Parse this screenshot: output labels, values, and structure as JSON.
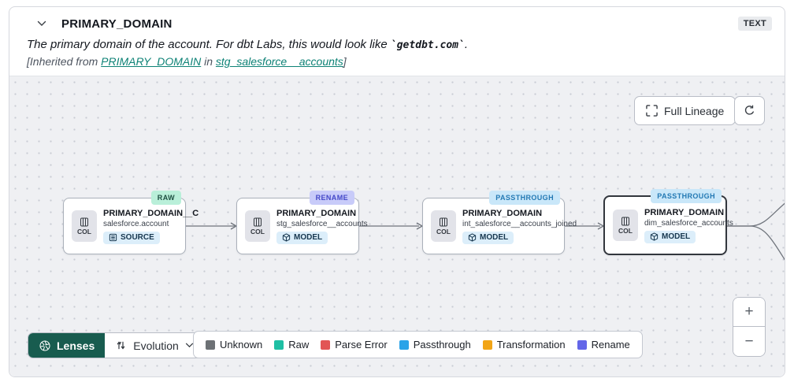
{
  "header": {
    "title": "PRIMARY_DOMAIN",
    "type_badge": "TEXT",
    "description": {
      "prefix": "The primary domain of the account. For dbt Labs, this would look like ",
      "code": "`getdbt.com`",
      "suffix": "."
    },
    "inherited": {
      "prefix": "[Inherited from ",
      "column_link": "PRIMARY_DOMAIN",
      "middle": " in ",
      "model_link": "stg_salesforce__accounts",
      "suffix": "]",
      "link_color": "#0e8276"
    }
  },
  "canvas": {
    "full_lineage_label": "Full Lineage",
    "zoom_in_label": "+",
    "zoom_out_label": "−",
    "nodes": [
      {
        "title": "PRIMARY_DOMAIN__C",
        "subtitle": "salesforce.account",
        "type_label": "SOURCE",
        "col_label": "COL",
        "tag": "RAW",
        "tag_bg": "#b9efd9",
        "tag_text": "#1d4f41"
      },
      {
        "title": "PRIMARY_DOMAIN",
        "subtitle": "stg_salesforce__accounts",
        "type_label": "MODEL",
        "col_label": "COL",
        "tag": "RENAME",
        "tag_bg": "#c8cbf9",
        "tag_text": "#4347c8"
      },
      {
        "title": "PRIMARY_DOMAIN",
        "subtitle": "int_salesforce__accounts_joined",
        "type_label": "MODEL",
        "col_label": "COL",
        "tag": "PASSTHROUGH",
        "tag_bg": "#c9e7f9",
        "tag_text": "#2379b4"
      },
      {
        "title": "PRIMARY_DOMAIN",
        "subtitle": "dim_salesforce_accounts",
        "type_label": "MODEL",
        "col_label": "COL",
        "tag": "PASSTHROUGH",
        "tag_bg": "#c9e7f9",
        "tag_text": "#2379b4"
      }
    ]
  },
  "toolbar": {
    "lenses_label": "Lenses",
    "lenses_bg": "#185c4f",
    "lens_selected": "Evolution",
    "legend": [
      {
        "label": "Unknown",
        "color": "#6d7175"
      },
      {
        "label": "Raw",
        "color": "#1fbfa4"
      },
      {
        "label": "Parse Error",
        "color": "#e25555"
      },
      {
        "label": "Passthrough",
        "color": "#2aa3e8"
      },
      {
        "label": "Transformation",
        "color": "#f2a516"
      },
      {
        "label": "Rename",
        "color": "#6366e8"
      }
    ]
  }
}
